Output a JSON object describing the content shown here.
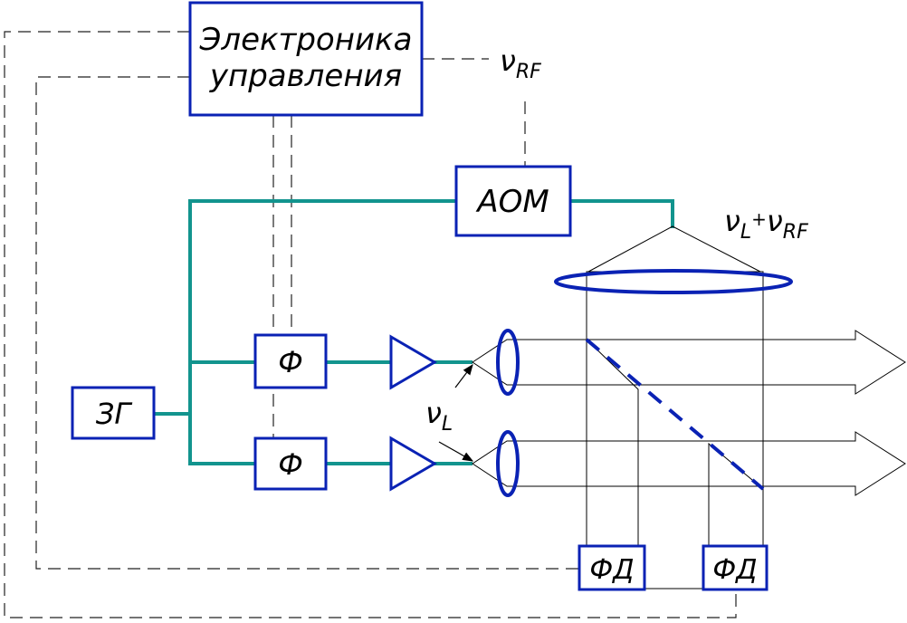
{
  "blocks": {
    "electronics_line1": "Электроника",
    "electronics_line2": "управления",
    "aom": "АОМ",
    "generator": "ЗГ",
    "phase_shifter_1": "Ф",
    "phase_shifter_2": "Ф",
    "photodetector_1": "ФД",
    "photodetector_2": "ФД"
  },
  "labels": {
    "nu": "ν",
    "rf_sub": "RF",
    "l_sub": "L",
    "plus": "+"
  },
  "colors": {
    "block_border": "#0a22b4",
    "signal_line": "#12948e",
    "lens": "#0a22b4",
    "splitter": "#0a22b4",
    "control_line": "#222222"
  }
}
